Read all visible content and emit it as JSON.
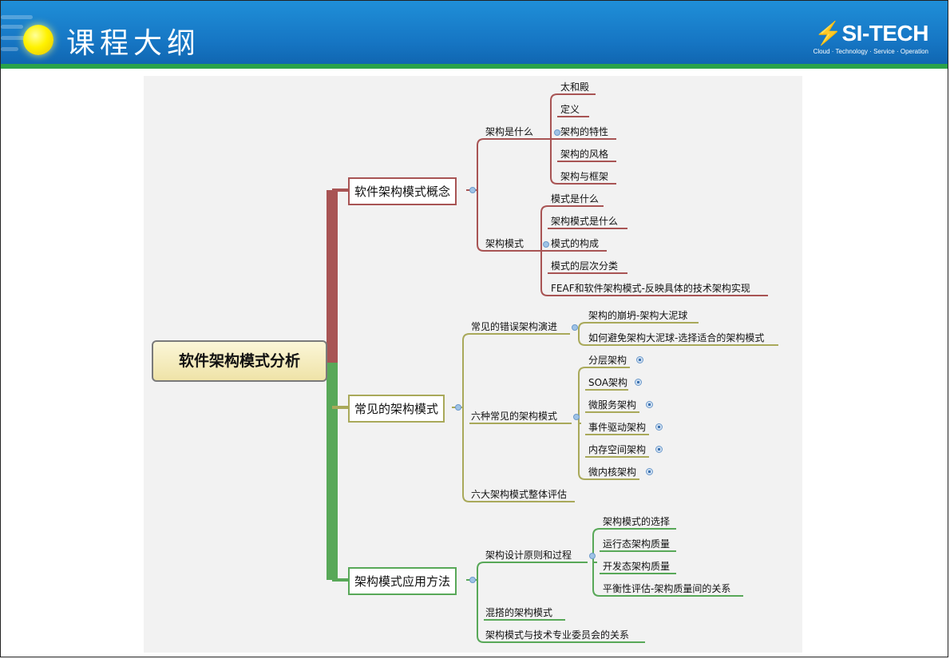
{
  "header": {
    "title": "课程大纲",
    "logo_mark": "SI-TECH",
    "logo_sub": "Cloud · Technology · Service · Operation"
  },
  "mindmap": {
    "root": "软件架构模式分析",
    "branches": [
      {
        "label": "软件架构模式概念",
        "color": "#a85454",
        "children": [
          {
            "label": "架构是什么",
            "children": [
              "太和殿",
              "定义",
              "架构的特性",
              "架构的风格",
              "架构与框架"
            ]
          },
          {
            "label": "架构模式",
            "children": [
              "模式是什么",
              "架构模式是什么",
              "模式的构成",
              "模式的层次分类",
              "FEAF和软件架构模式-反映具体的技术架构实现"
            ]
          }
        ]
      },
      {
        "label": "常见的架构模式",
        "color": "#a9a95a",
        "children": [
          {
            "label": "常见的错误架构演进",
            "children": [
              "架构的崩坍-架构大泥球",
              "如何避免架构大泥球-选择适合的架构模式"
            ]
          },
          {
            "label": "六种常见的架构模式",
            "children": [
              "分层架构",
              "SOA架构",
              "微服务架构",
              "事件驱动架构",
              "内存空间架构",
              "微内核架构"
            ]
          },
          {
            "label": "六大架构模式整体评估",
            "children": []
          }
        ]
      },
      {
        "label": "架构模式应用方法",
        "color": "#58a858",
        "children": [
          {
            "label": "架构设计原则和过程",
            "children": [
              "架构模式的选择",
              "运行态架构质量",
              "开发态架构质量",
              "平衡性评估-架构质量间的关系"
            ]
          },
          {
            "label": "混搭的架构模式",
            "children": []
          },
          {
            "label": "架构模式与技术专业委员会的关系",
            "children": []
          }
        ]
      }
    ]
  }
}
